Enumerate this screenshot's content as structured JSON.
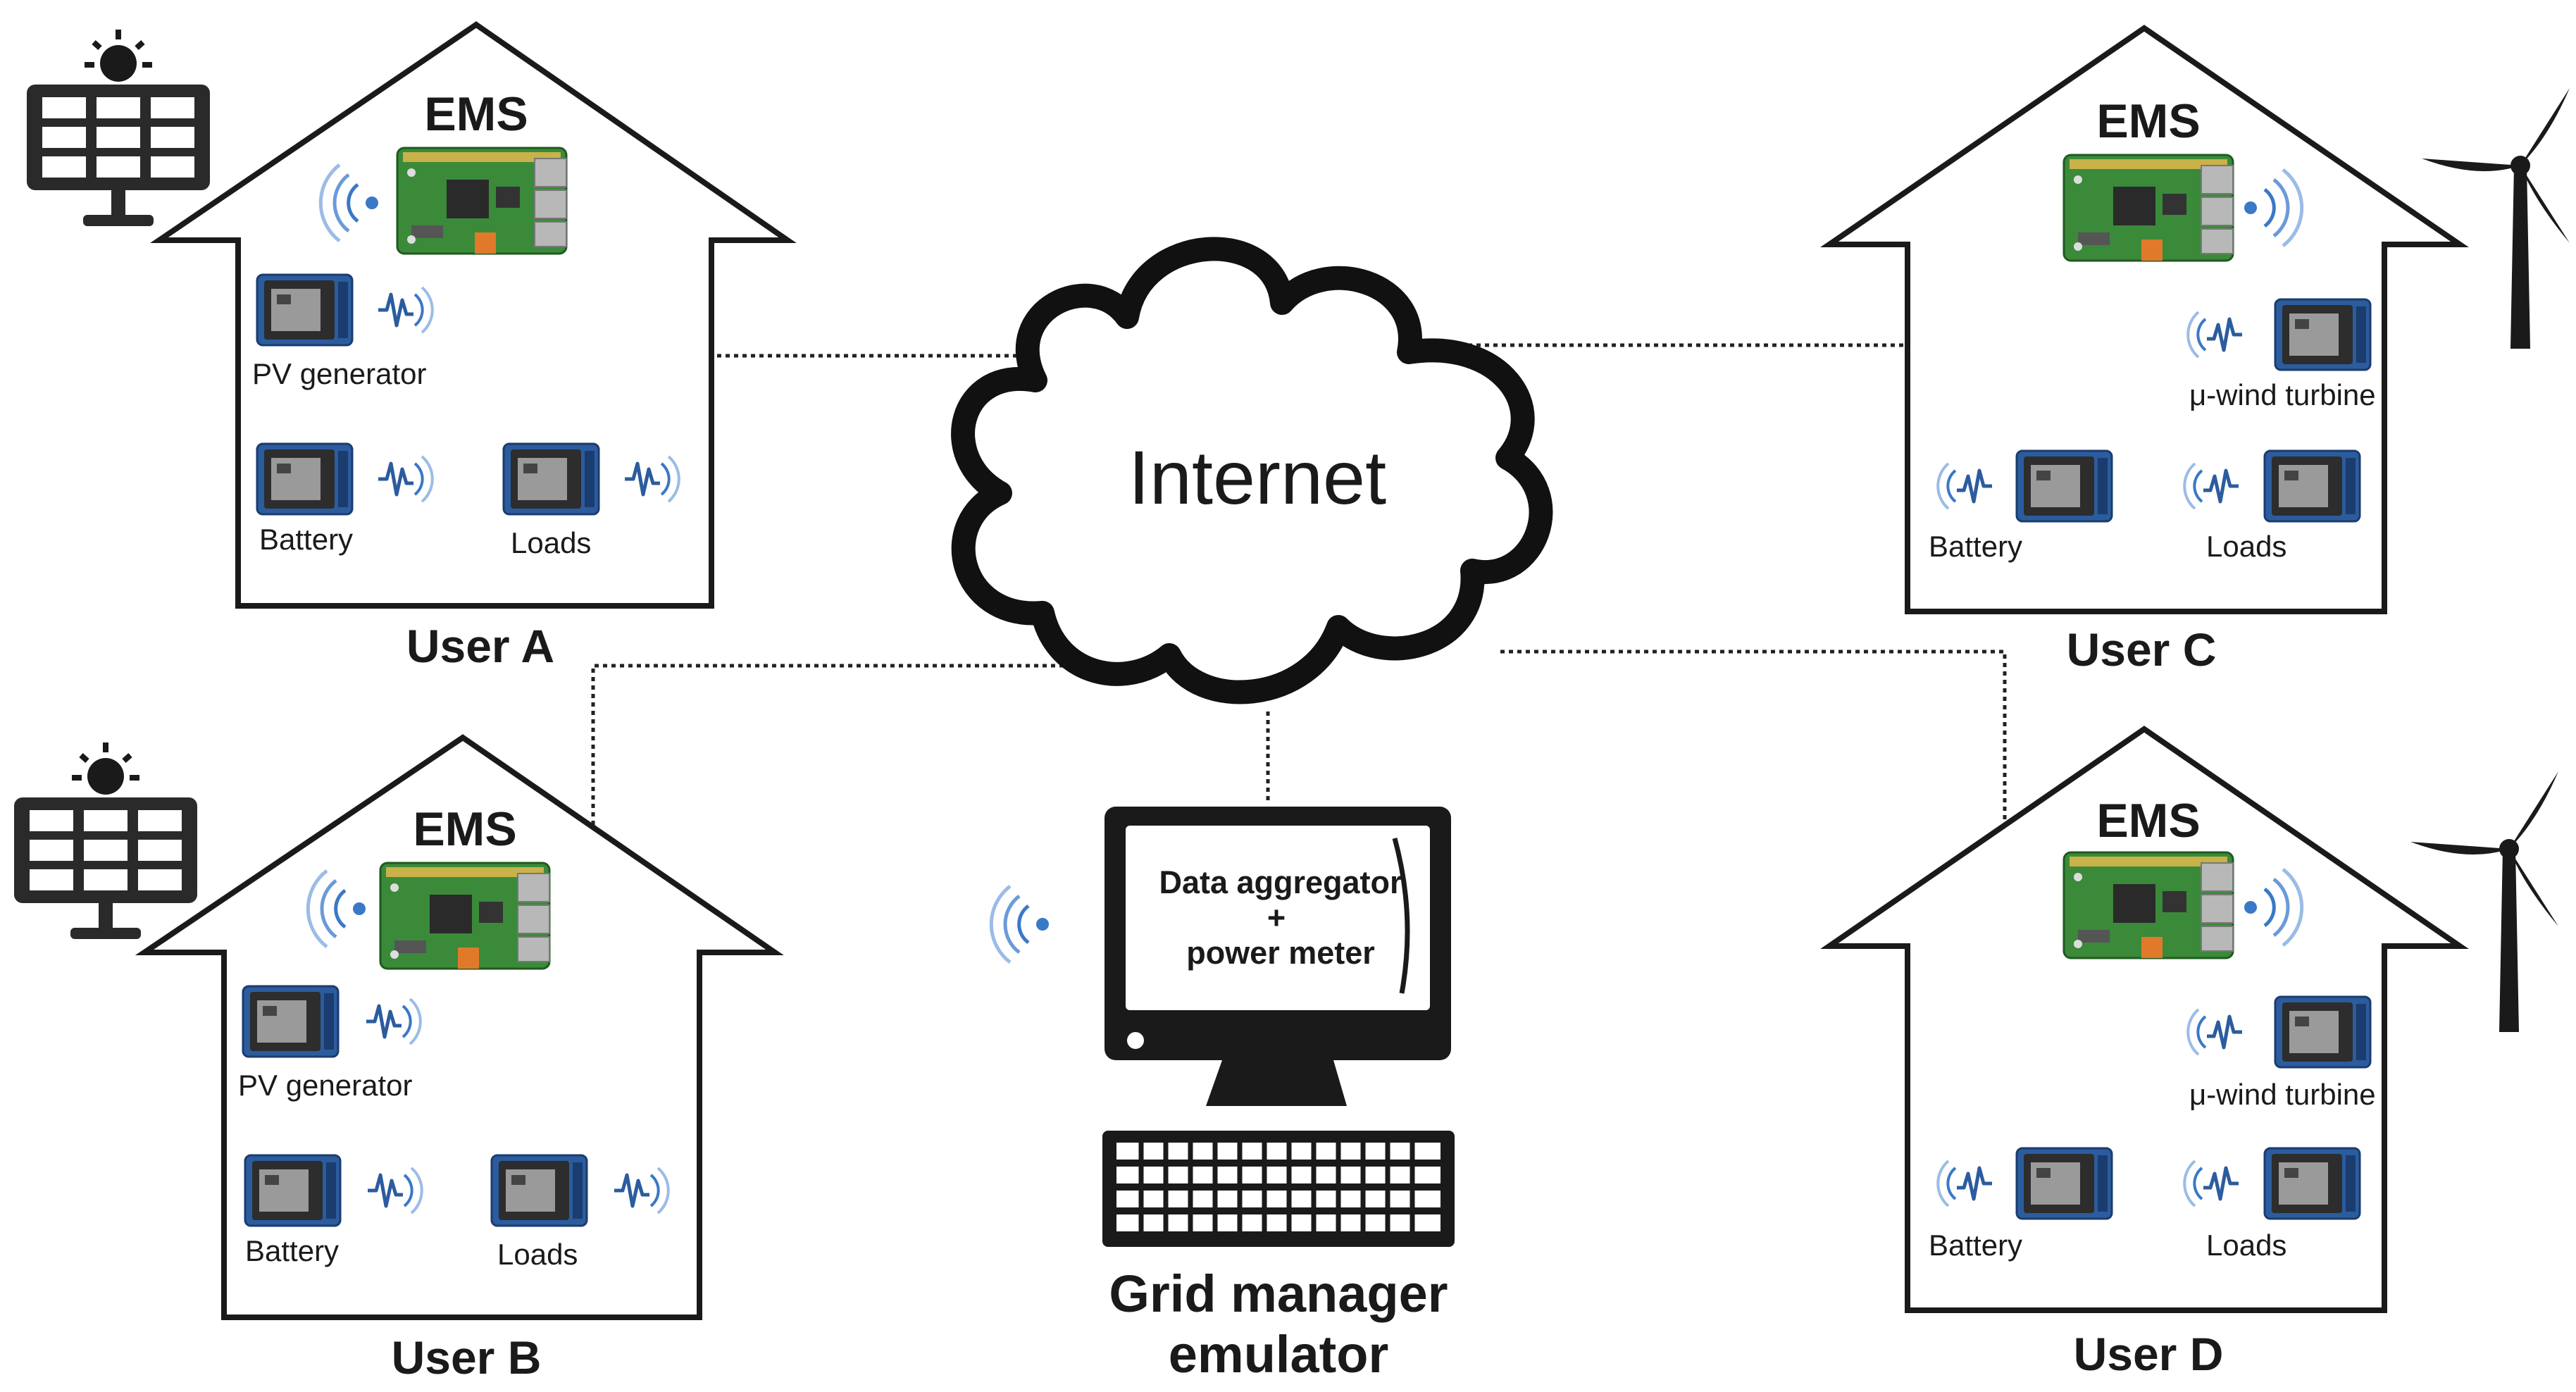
{
  "internet": {
    "label": "Internet"
  },
  "grid_manager": {
    "screen_line1": "Data aggregator",
    "screen_line2": "+",
    "screen_line3": "power meter",
    "title_line1": "Grid manager",
    "title_line2": "emulator"
  },
  "users": [
    {
      "id": "a",
      "name": "User A",
      "ems": "EMS",
      "source": "PV generator",
      "battery": "Battery",
      "loads": "Loads"
    },
    {
      "id": "b",
      "name": "User B",
      "ems": "EMS",
      "source": "PV generator",
      "battery": "Battery",
      "loads": "Loads"
    },
    {
      "id": "c",
      "name": "User C",
      "ems": "EMS",
      "source": "μ-wind turbine",
      "battery": "Battery",
      "loads": "Loads"
    },
    {
      "id": "d",
      "name": "User D",
      "ems": "EMS",
      "source": "μ-wind turbine",
      "battery": "Battery",
      "loads": "Loads"
    }
  ],
  "colors": {
    "board_green": "#3a8a3a",
    "module_blue": "#2b5c9e",
    "wireless_blue": "#3a78c8"
  }
}
